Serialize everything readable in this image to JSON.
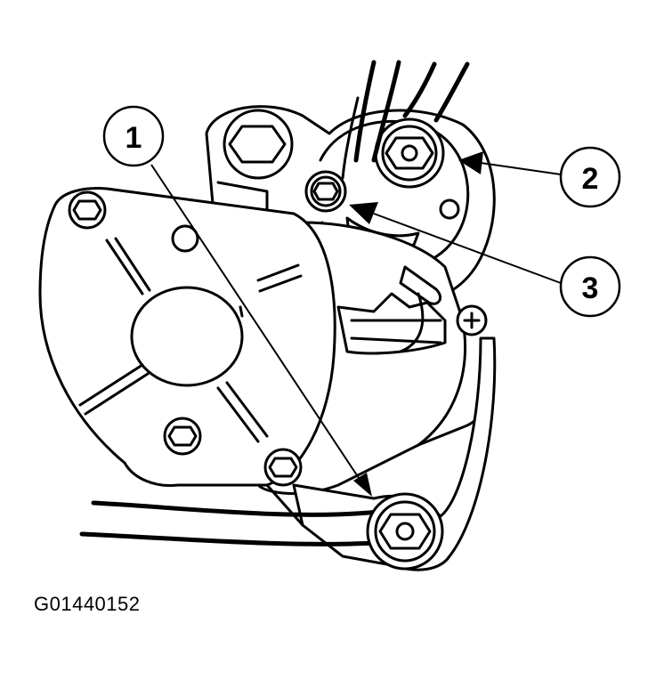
{
  "diagram": {
    "callouts": [
      {
        "id": "1",
        "label": "1"
      },
      {
        "id": "2",
        "label": "2"
      },
      {
        "id": "3",
        "label": "3"
      }
    ],
    "figure_id": "G01440152",
    "colors": {
      "line": "#000000",
      "background": "#ffffff"
    }
  }
}
